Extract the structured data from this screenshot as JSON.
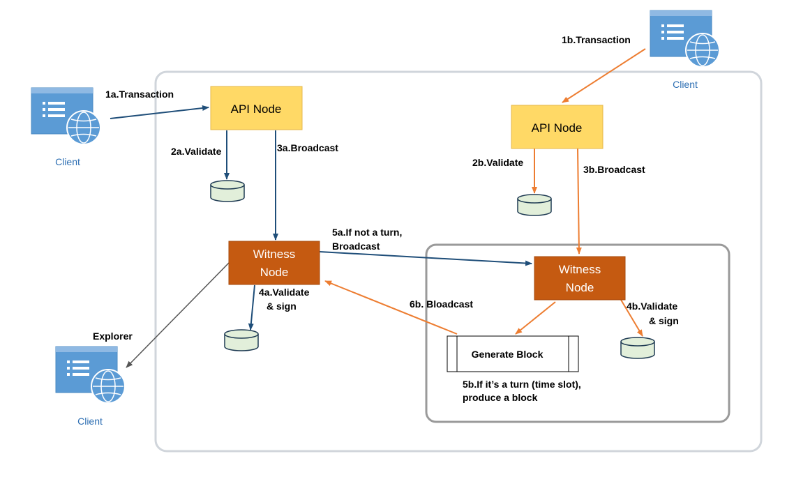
{
  "diagram": {
    "api_node_a": "API Node",
    "api_node_b": "API Node",
    "witness_a_line1": "Witness",
    "witness_a_line2": "Node",
    "witness_b_line1": "Witness",
    "witness_b_line2": "Node",
    "generate_block": "Generate Block",
    "client_left": "Client",
    "client_top_right": "Client",
    "client_bottom": "Client",
    "labels": {
      "tx_1a": "1a.Transaction",
      "tx_1b": "1b.Transaction",
      "validate_2a": "2a.Validate",
      "validate_2b": "2b.Validate",
      "broadcast_3a": "3a.Broadcast",
      "broadcast_3b": "3b.Broadcast",
      "turn_5a_line1": "5a.If not a turn,",
      "turn_5a_line2": "Broadcast",
      "validate_4a_line1": "4a.Validate",
      "validate_4a_line2": "& sign",
      "validate_4b_line1": "4b.Validate",
      "validate_4b_line2": "& sign",
      "bloadcast_6b": "6b. Bloadcast",
      "turn_5b_line1": "5b.If it’s a turn (time slot),",
      "turn_5b_line2": "produce a block",
      "explorer": "Explorer"
    },
    "colors": {
      "api_fill": "#ffd966",
      "api_stroke": "#e6b84c",
      "witness_fill": "#c55a11",
      "witness_stroke": "#a64b0e",
      "blue_arrow": "#1f4e79",
      "orange_arrow": "#ed7d31",
      "gray_arrow": "#555555",
      "db_fill": "#e2efda",
      "client_blue": "#5b9bd5"
    }
  }
}
